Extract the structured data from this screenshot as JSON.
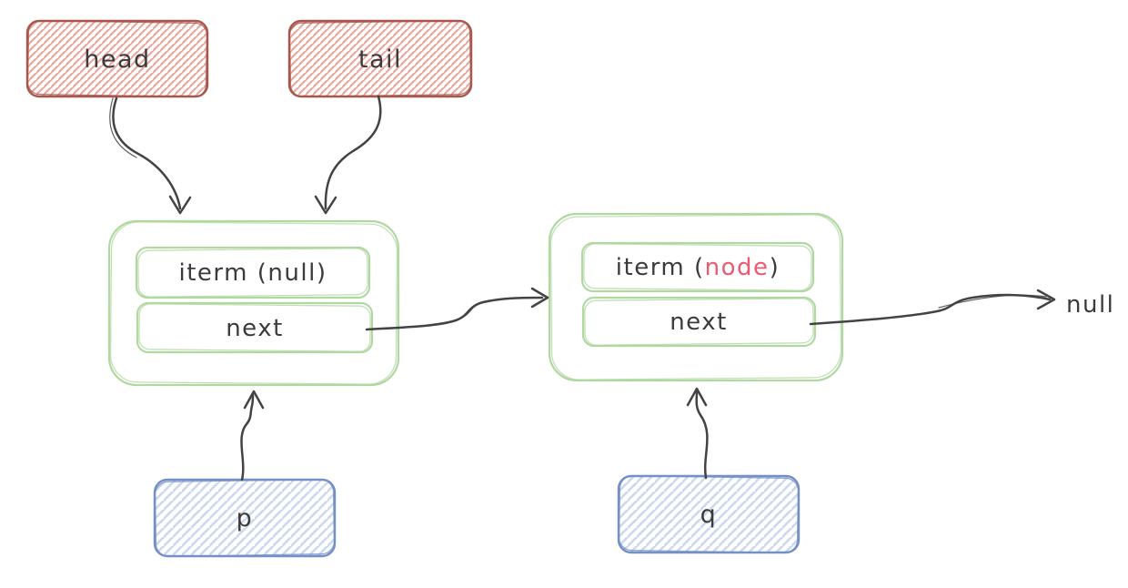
{
  "diagram": {
    "type": "linked-list-sketch",
    "pointers_top": [
      {
        "id": "head",
        "label": "head"
      },
      {
        "id": "tail",
        "label": "tail"
      }
    ],
    "nodes": [
      {
        "id": "node1",
        "item_prefix": "iterm (",
        "item_value": "null",
        "item_suffix": ")",
        "next_label": "next"
      },
      {
        "id": "node2",
        "item_prefix": "iterm (",
        "item_value": "node",
        "item_suffix": ")",
        "next_label": "next"
      }
    ],
    "pointers_bottom": [
      {
        "id": "p",
        "label": "p"
      },
      {
        "id": "q",
        "label": "q"
      }
    ],
    "terminator_label": "null",
    "edges": [
      {
        "from": "head",
        "to": "node1"
      },
      {
        "from": "tail",
        "to": "node1"
      },
      {
        "from": "node1.next",
        "to": "node2"
      },
      {
        "from": "node2.next",
        "to": "null"
      },
      {
        "from": "p",
        "to": "node1"
      },
      {
        "from": "q",
        "to": "node2"
      }
    ],
    "colors": {
      "pointer_border_red": "#a8564e",
      "pointer_hatch_red": "#e9aca4",
      "pointer_border_blue": "#7590c5",
      "pointer_hatch_blue": "#cdd9ef",
      "node_border_green": "#b2d8a2",
      "text_dark": "#3b3b3b",
      "item_value_highlight": "#ea5a72",
      "arrow_dark": "#434343",
      "background": "#ffffff"
    }
  }
}
